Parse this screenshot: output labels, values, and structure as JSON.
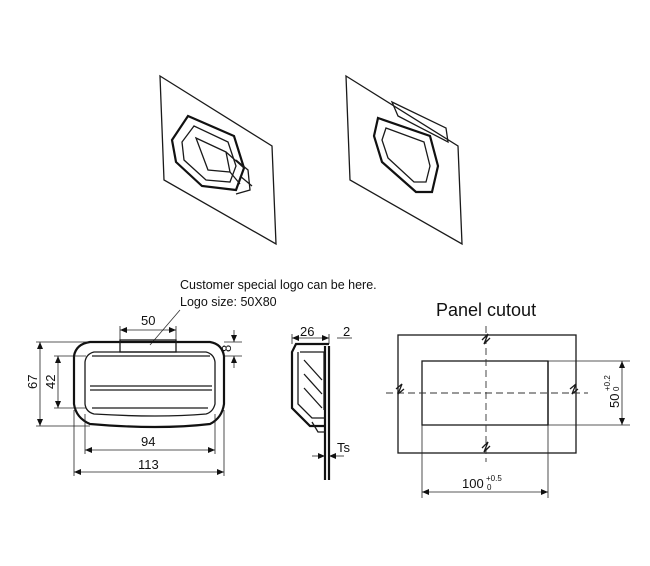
{
  "logo_note": {
    "line1": "Customer special logo can be here.",
    "line2": "Logo size: 50X80"
  },
  "front_view": {
    "dim_logo_width": "50",
    "dim_height_total": "67",
    "dim_height_inner": "42",
    "dim_top_offset": "8",
    "dim_inner_width": "94",
    "dim_total_width": "113"
  },
  "side_view": {
    "dim_depth": "26",
    "dim_flange": "2",
    "dim_thickness": "Ts"
  },
  "panel_cutout": {
    "title": "Panel cutout",
    "height_nominal": "50",
    "height_tol_upper": "+0.2",
    "height_tol_lower": "0",
    "width_nominal": "100",
    "width_tol_upper": "+0.5",
    "width_tol_lower": "0"
  }
}
